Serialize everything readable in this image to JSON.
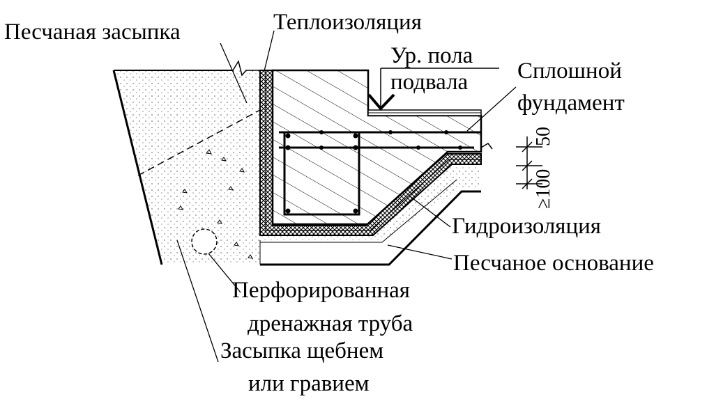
{
  "labels": {
    "sand_backfill": "Песчаная засыпка",
    "insulation": "Теплоизоляция",
    "floor_level_1": "Ур. пола",
    "floor_level_2": "подвала",
    "slab_1": "Сплошной",
    "slab_2": "фундамент",
    "waterproofing": "Гидроизоляция",
    "sand_base": "Песчаное основание",
    "drain_1": "Перфорированная",
    "drain_2": "дренажная труба",
    "gravel_1": "Засыпка щебнем",
    "gravel_2": "или гравием"
  },
  "dimensions": {
    "d50": "50",
    "d100": "≥100"
  },
  "colors": {
    "ink": "#000000",
    "background": "#ffffff"
  }
}
